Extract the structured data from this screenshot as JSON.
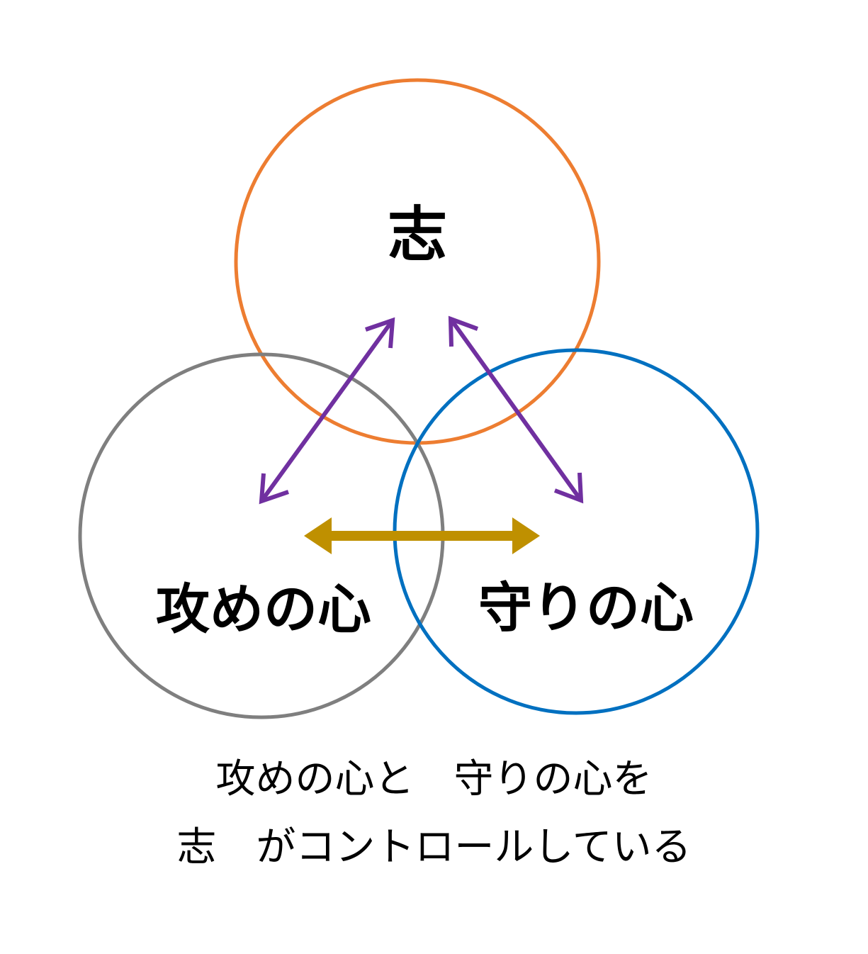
{
  "nodes": {
    "top": {
      "label": "志",
      "color": "#ED7D31"
    },
    "left": {
      "label": "攻めの心",
      "color": "#7F7F7F"
    },
    "right": {
      "label": "守りの心",
      "color": "#0070C0"
    }
  },
  "arrows": {
    "diagonal_color": "#7030A0",
    "horizontal_color": "#BF9000"
  },
  "caption": {
    "line1": "攻めの心と　守りの心を",
    "line2": "志　がコントロールしている"
  }
}
